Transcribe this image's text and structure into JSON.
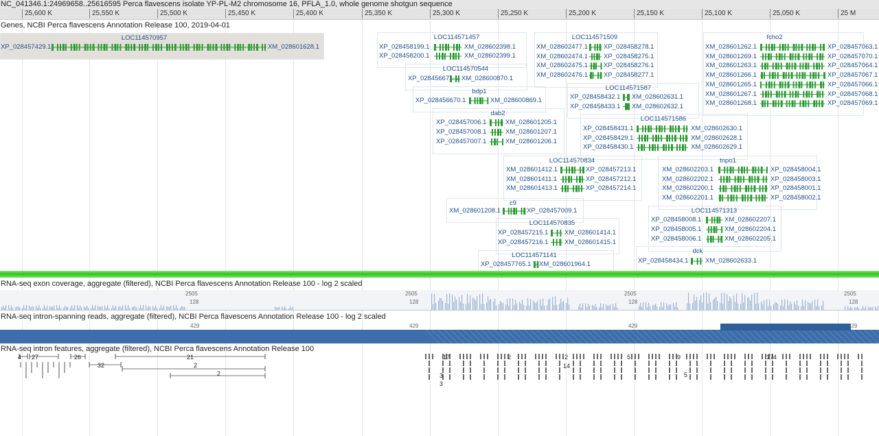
{
  "header": {
    "title": "NC_041346.1:24969658..25616595 Perca flavescens isolate YP-PL-M2 chromosome 16, PFLA_1.0, whole genome shotgun sequence"
  },
  "ruler": {
    "ticks": [
      "25,600 K",
      "25,550 K",
      "25,500 K",
      "25,450 K",
      "25,400 K",
      "25,350 K",
      "25,300 K",
      "25,250 K",
      "25,200 K",
      "25,150 K",
      "25,100 K",
      "25,050 K",
      "25 M"
    ]
  },
  "tracks": {
    "genes": "Genes, NCBI Perca flavescens Annotation Release 100, 2019-04-01",
    "exon_coverage": "RNA-seq exon coverage, aggregate (filtered), NCBI Perca flavescens Annotation Release 100 - log 2 scaled",
    "intron_reads": "RNA-seq intron-spanning reads, aggregate (filtered), NCBI Perca flavescens Annotation Release 100 - log 2 scaled",
    "intron_features": "RNA-seq intron features, aggregate (filtered), NCBI Perca flavescens Annotation Release 100"
  },
  "genes": [
    {
      "name": "LOC114570957",
      "rows": [
        [
          "XP_028457429.1",
          "XM_028601628.1"
        ]
      ]
    },
    {
      "name": "LOC114571457",
      "rows": [
        [
          "XP_028458199.1",
          "XM_028602398.1"
        ],
        [
          "XP_028458200.1",
          "XM_028602399.1"
        ]
      ]
    },
    {
      "name": "LOC114570544",
      "rows": [
        [
          "XP_028456671.1",
          "XM_028600870.1"
        ]
      ]
    },
    {
      "name": "bdp1",
      "rows": [
        [
          "XP_028456670.1",
          "XM_028600869.1"
        ]
      ]
    },
    {
      "name": "dab2",
      "rows": [
        [
          "XP_028457006.1",
          "XM_028601205.1"
        ],
        [
          "XP_028457008.1",
          "XM_028601207.1"
        ],
        [
          "XP_028457007.1",
          "XM_028601206.1"
        ]
      ]
    },
    {
      "name": "LOC114571509",
      "rows": [
        [
          "XM_028602477.1",
          "XP_028458278.1"
        ],
        [
          "XM_028602474.1",
          "XP_028458275.1"
        ],
        [
          "XM_028602475.1",
          "XP_028458276.1"
        ],
        [
          "XM_028602476.1",
          "XP_028458277.1"
        ]
      ]
    },
    {
      "name": "LOC114571587",
      "rows": [
        [
          "XP_028458432.1",
          "XM_028602631.1"
        ],
        [
          "XP_028458433.1",
          "XM_028602632.1"
        ]
      ]
    },
    {
      "name": "LOC114571586",
      "rows": [
        [
          "XP_028458431.1",
          "XM_028602630.1"
        ],
        [
          "XP_028458429.1",
          "XM_028602628.1"
        ],
        [
          "XP_028458430.1",
          "XM_028602629.1"
        ]
      ]
    },
    {
      "name": "fcho2",
      "rows": [
        [
          "XM_028601262.1",
          "XP_028457063.1"
        ],
        [
          "XM_028601269.1",
          "XP_028457070.1"
        ],
        [
          "XM_028601263.1",
          "XP_028457064.1"
        ],
        [
          "XM_028601266.1",
          "XP_028457067.1"
        ],
        [
          "XM_028601265.1",
          "XP_028457066.1"
        ],
        [
          "XM_028601267.1",
          "XP_028457068.1"
        ],
        [
          "XM_028601268.1",
          "XP_028457069.1"
        ]
      ]
    },
    {
      "name": "LOC114570834",
      "rows": [
        [
          "XM_028601412.1",
          "XP_028457213.1"
        ],
        [
          "XM_028601411.1",
          "XP_028457212.1"
        ],
        [
          "XM_028601413.1",
          "XP_028457214.1"
        ]
      ]
    },
    {
      "name": "tnpo1",
      "rows": [
        [
          "XM_028602203.1",
          "XP_028458004.1"
        ],
        [
          "XM_028602202.1",
          "XP_028458003.1"
        ],
        [
          "XM_028602200.1",
          "XP_028458001.1"
        ],
        [
          "XM_028602201.1",
          "XP_028458002.1"
        ]
      ]
    },
    {
      "name": "c9",
      "rows": [
        [
          "XM_028601208.1",
          "XP_028457009.1"
        ]
      ]
    },
    {
      "name": "LOC114571313",
      "rows": [
        [
          "XP_028458008.1",
          "XM_028602207.1"
        ],
        [
          "XP_028458005.1",
          "XM_028602204.1"
        ],
        [
          "XP_028458006.1",
          "XM_028602205.1"
        ]
      ]
    },
    {
      "name": "LOC114570835",
      "rows": [
        [
          "XP_028457215.1",
          "XM_028601414.1"
        ],
        [
          "XP_028457216.1",
          "XM_028601415.1"
        ]
      ]
    },
    {
      "name": "LOC114571141",
      "rows": [
        [
          "XP_028457765.1",
          "XM_028601964.1"
        ]
      ]
    },
    {
      "name": "dck",
      "rows": [
        [
          "XP_028458434.1",
          "XM_028602633.1"
        ]
      ]
    }
  ],
  "coverage_scale": {
    "high": "2505",
    "low": "128"
  },
  "intron_reads_scale": "429",
  "intron_feature_counts": [
    "4",
    "27",
    "26",
    "21",
    "32",
    "2",
    "2",
    "17",
    "2",
    "2",
    "14",
    "5",
    "9",
    "174",
    "3",
    "3",
    "5"
  ],
  "colors": {
    "gene": "#2d9a34",
    "coverage": "#9db5d3",
    "intron_band": "#3b6eaa",
    "highlight": "#2bc61b"
  }
}
